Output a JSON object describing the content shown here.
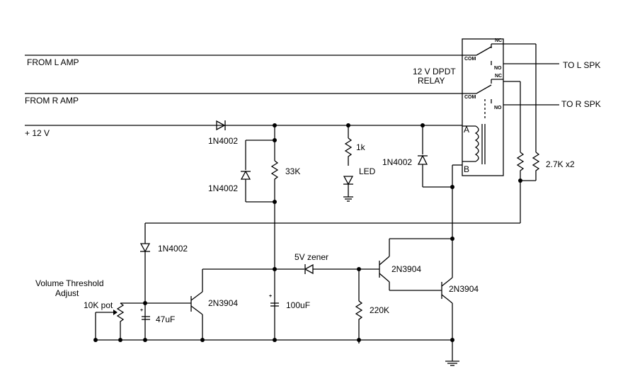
{
  "labels": {
    "from_l_amp": "FROM L   AMP",
    "from_r_amp": "FROM R   AMP",
    "plus_12v": "+ 12 V",
    "relay_line1": "12 V DPDT",
    "relay_line2": "RELAY",
    "to_l_spk": "TO L SPK",
    "to_r_spk": "TO R SPK",
    "com": "COM",
    "nc": "NC",
    "no": "NO",
    "coil_a": "A",
    "coil_b": "B",
    "d1": "1N4002",
    "d2": "1N4002",
    "d3": "1N4002",
    "d4": "1N4002",
    "r_33k": "33K",
    "r_1k": "1k",
    "led": "LED",
    "r_2k7": "2.7K x2",
    "zener": "5V zener",
    "vol_line1": "Volume Threshold",
    "vol_line2": "Adjust",
    "pot": "10K pot",
    "c_47u": "47uF",
    "q1": "2N3904",
    "q2": "2N3904",
    "q3": "2N3904",
    "c_100u": "100uF",
    "r_220k": "220K",
    "plus": "+"
  },
  "colors": {
    "ink": "#000000",
    "background": "#ffffff"
  }
}
